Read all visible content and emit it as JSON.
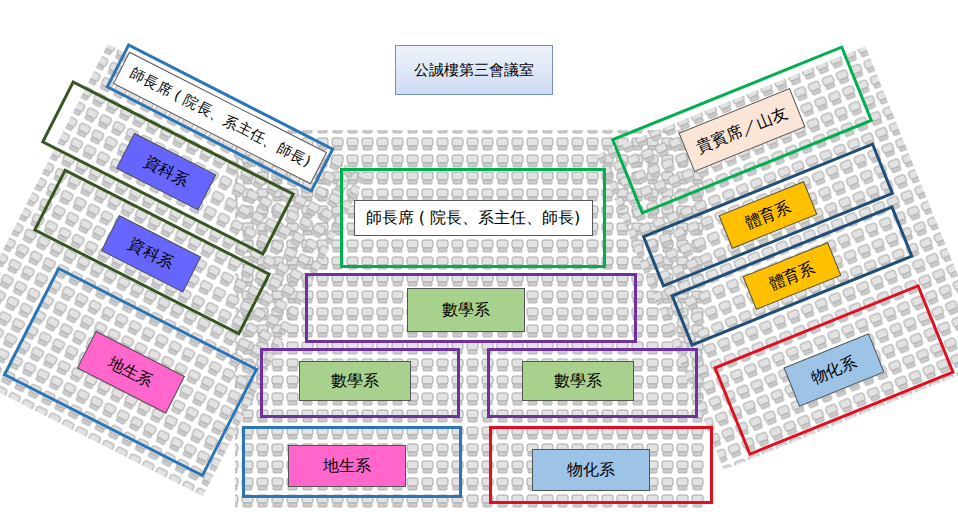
{
  "diagram": {
    "title": "公誠樓第三會議室",
    "nodes": [
      {
        "text": [
          "師長席 ( 院長、系主任、師長)"
        ]
      },
      {
        "text": [
          "資科系"
        ]
      },
      {
        "text": [
          "資科系"
        ]
      },
      {
        "text": [
          "地生系"
        ]
      },
      {
        "text": [
          "師長席 ( 院長、系主任、師長)"
        ]
      },
      {
        "text": [
          "數學系"
        ]
      },
      {
        "text": [
          "數學系"
        ]
      },
      {
        "text": [
          "數學系"
        ]
      },
      {
        "text": [
          "地生系"
        ]
      },
      {
        "text": [
          "物化系"
        ]
      },
      {
        "text": [
          "貴賓席／山友"
        ]
      },
      {
        "text": [
          "體育系"
        ]
      },
      {
        "text": [
          "體育系"
        ]
      },
      {
        "text": [
          "物化系"
        ]
      }
    ]
  }
}
